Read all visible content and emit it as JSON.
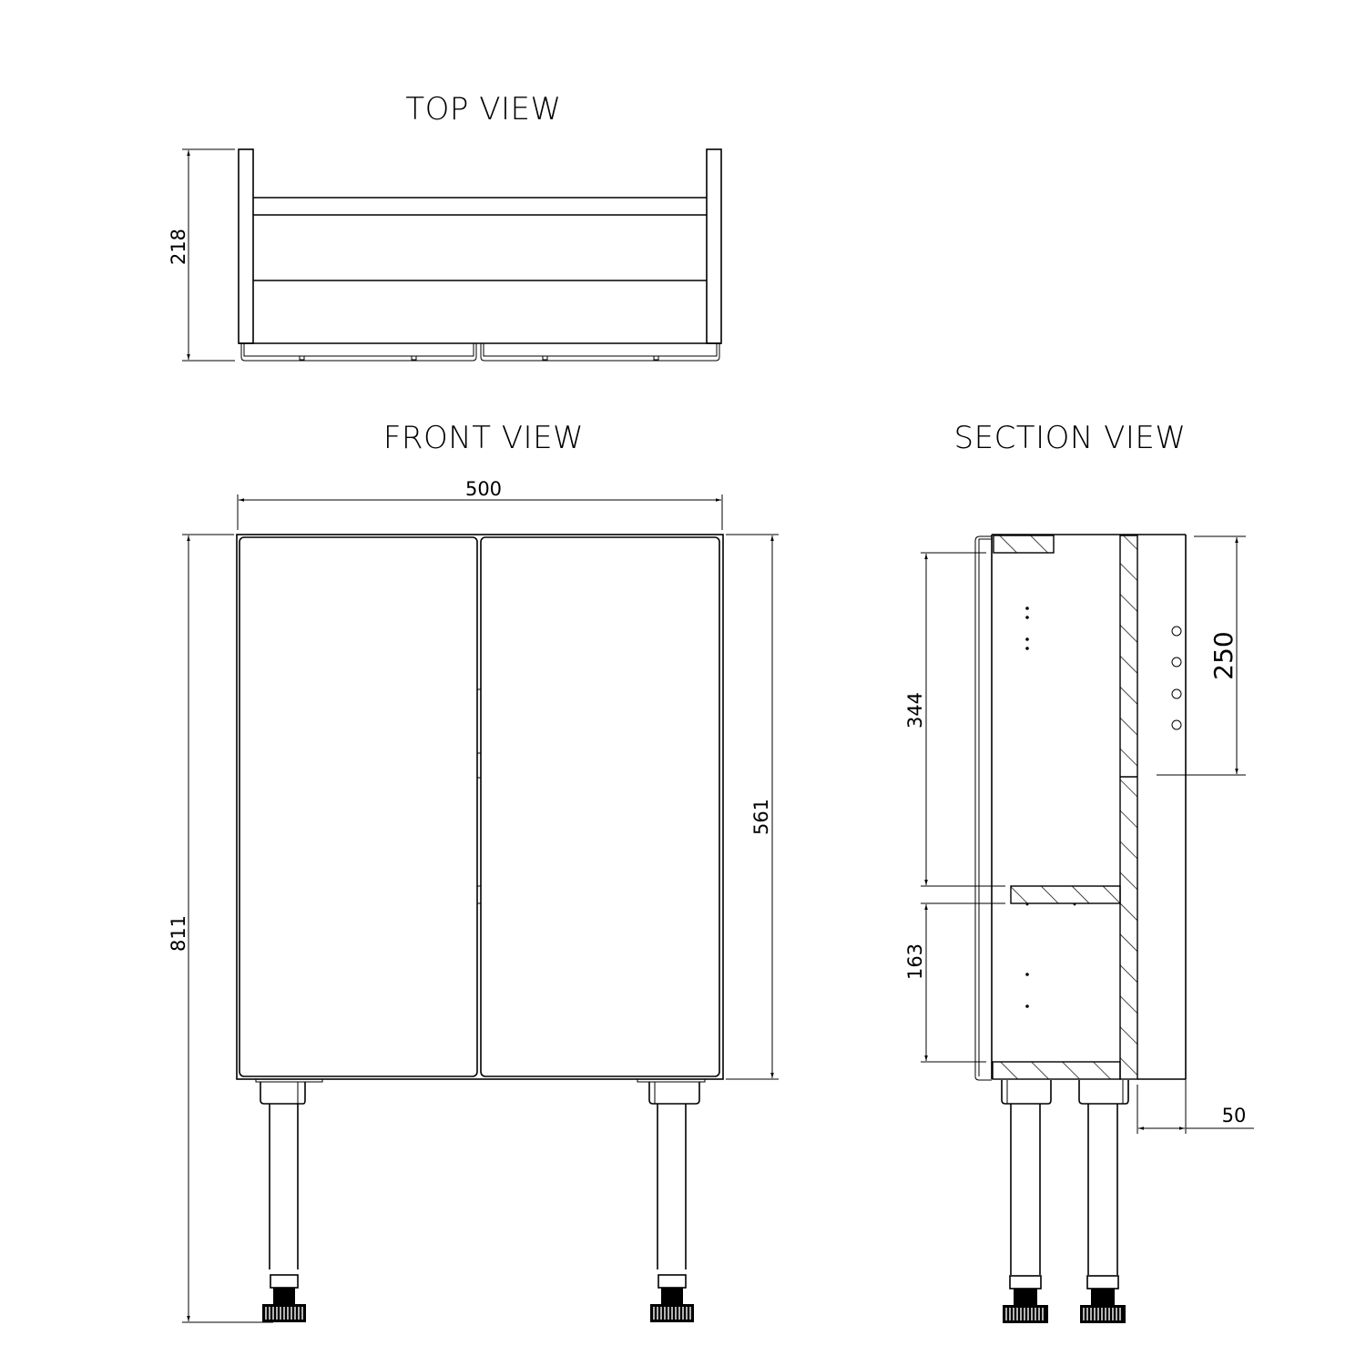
{
  "views": {
    "top": {
      "title": "TOP VIEW",
      "dimensions": {
        "depth": "218"
      }
    },
    "front": {
      "title": "FRONT VIEW",
      "dimensions": {
        "width": "500",
        "total_height": "811",
        "cabinet_height": "561"
      }
    },
    "section": {
      "title": "SECTION VIEW",
      "dimensions": {
        "upper_shelf_spacing": "344",
        "lower_shelf_spacing": "163",
        "hole_range": "250",
        "rear_offset": "50"
      }
    }
  },
  "colors": {
    "line": "#000000",
    "background": "#ffffff"
  }
}
